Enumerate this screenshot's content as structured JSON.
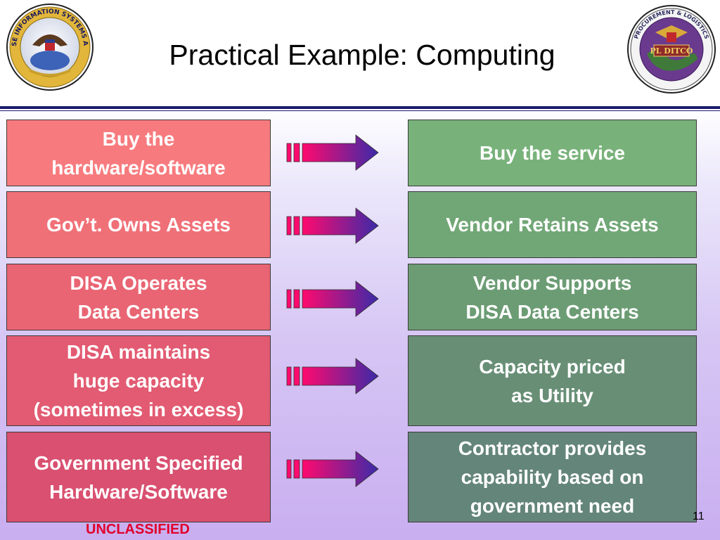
{
  "slide": {
    "title": "Practical Example: Computing",
    "classification": "UNCLASSIFIED",
    "page_number": "11"
  },
  "logos": {
    "left": {
      "icon": "disa-seal-icon",
      "text": "DEFENSE INFORMATION SYSTEMS AGENCY"
    },
    "right": {
      "icon": "ditco-seal-icon",
      "text": "PROCUREMENT & LOGISTICS",
      "inner_text": "PL DITCO"
    }
  },
  "colors": {
    "rule": "#1a1a6e",
    "classification": "#e0002a",
    "arrow_start": "#ff0a6e",
    "arrow_end": "#3b2aa8"
  },
  "rows": [
    {
      "left": "Buy the\nhardware/software",
      "right": "Buy the service",
      "left_color": "#f77b7e",
      "right_color": "#78b27a"
    },
    {
      "left": "Gov’t. Owns Assets",
      "right": "Vendor Retains Assets",
      "left_color": "#f07078",
      "right_color": "#71a776"
    },
    {
      "left": "DISA Operates\nData Centers",
      "right": "Vendor Supports\nDISA Data Centers",
      "left_color": "#e96573",
      "right_color": "#6c9c74"
    },
    {
      "left": "DISA maintains\nhuge capacity\n(sometimes in excess)",
      "right": "Capacity priced\nas Utility",
      "left_color": "#e25b72",
      "right_color": "#688f76"
    },
    {
      "left": "Government Specified\nHardware/Software",
      "right": "Contractor provides\ncapability based on\ngovernment need",
      "left_color": "#d95070",
      "right_color": "#64857a"
    }
  ]
}
